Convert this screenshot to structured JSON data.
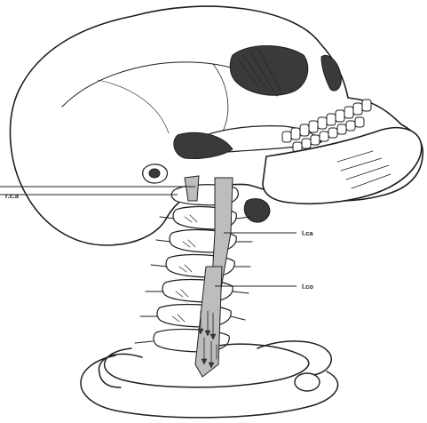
{
  "labels": {
    "rca": "r.c.a",
    "lca": "l.ca",
    "lco": "l.co"
  },
  "colors": {
    "ink": "#1e1e1e",
    "muscle_fill": "#bdbdbd",
    "background": "#ffffff"
  }
}
